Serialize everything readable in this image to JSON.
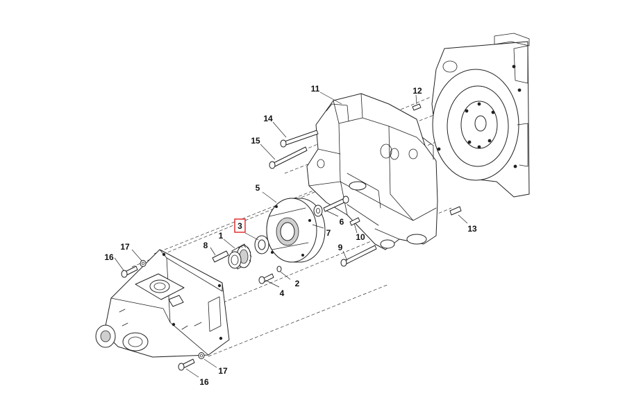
{
  "diagram": {
    "highlight_color": "#e03030",
    "line_color": "#202020",
    "highlighted_callout": "3",
    "callouts": {
      "c1": "1",
      "c2": "2",
      "c3": "3",
      "c4": "4",
      "c5": "5",
      "c6": "6",
      "c7": "7",
      "c8": "8",
      "c9": "9",
      "c10": "10",
      "c11": "11",
      "c12": "12",
      "c13": "13",
      "c14": "14",
      "c15": "15",
      "c16a": "16",
      "c16b": "16",
      "c17a": "17",
      "c17b": "17"
    }
  }
}
